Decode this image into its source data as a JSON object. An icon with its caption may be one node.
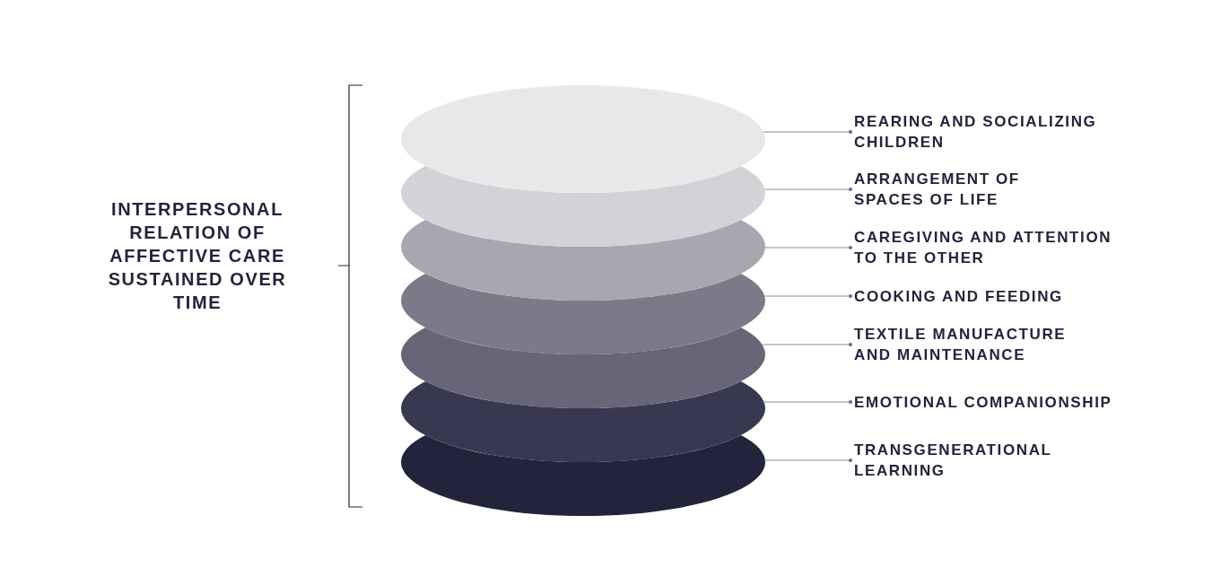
{
  "diagram": {
    "nodes": [
      {
        "text": [],
        "shape": "ellipse"
      },
      {
        "text": [],
        "shape": "ellipse"
      },
      {
        "text": [],
        "shape": "ellipse"
      },
      {
        "text": [],
        "shape": "ellipse"
      },
      {
        "text": [],
        "shape": "ellipse"
      },
      {
        "text": [],
        "shape": "ellipse"
      },
      {
        "text": [],
        "shape": "ellipse"
      },
      {
        "text": [
          "REARING AND SOCIALIZING CHILDREN"
        ]
      },
      {
        "text": [
          "ARRANGEMENT OF SPACES OF LIFE"
        ]
      },
      {
        "text": [
          "CAREGIVING AND ATTENTION TO THE OTHER"
        ]
      },
      {
        "text": [
          "COOKING AND FEEDING"
        ]
      },
      {
        "text": [
          "TEXTILE MANUFACTURE AND MAINTENANCE"
        ]
      },
      {
        "text": [
          "EMOTIONAL COMPANIONSHIP"
        ]
      },
      {
        "text": [
          "TRANSGENERATIONAL LEARNING"
        ]
      }
    ],
    "edges": [
      {
        "from": 7,
        "to": 0,
        "arrow": "other"
      },
      {
        "from": 8,
        "to": 1,
        "arrow": "other"
      },
      {
        "from": 9,
        "to": 2,
        "arrow": "other"
      },
      {
        "from": 10,
        "to": 3,
        "arrow": "other"
      },
      {
        "from": 11,
        "to": 4,
        "arrow": "other"
      },
      {
        "from": 12,
        "to": 5,
        "arrow": "other"
      },
      {
        "from": 13,
        "to": 6,
        "arrow": "other"
      }
    ],
    "labels": [
      "INTERPERSONAL RELATION OF AFFECTIVE CARE SUSTAINED OVER TIME"
    ]
  }
}
